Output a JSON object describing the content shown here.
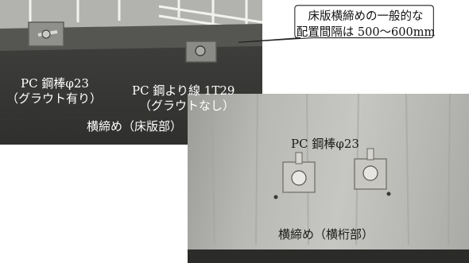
{
  "callout": {
    "line1": "床版横締めの一般的な",
    "line2": "配置間隔は 500～600mm"
  },
  "left_photo": {
    "label_bar_left_1": "PC 鋼棒φ23",
    "label_bar_left_2": "（グラウト有り）",
    "label_strand_1": "PC 鋼より線 1T29",
    "label_strand_2": "（グラウトなし）",
    "caption": "横締め（床版部）"
  },
  "right_photo": {
    "label_bar": "PC 鋼棒φ23",
    "caption": "横締め（横桁部）"
  }
}
